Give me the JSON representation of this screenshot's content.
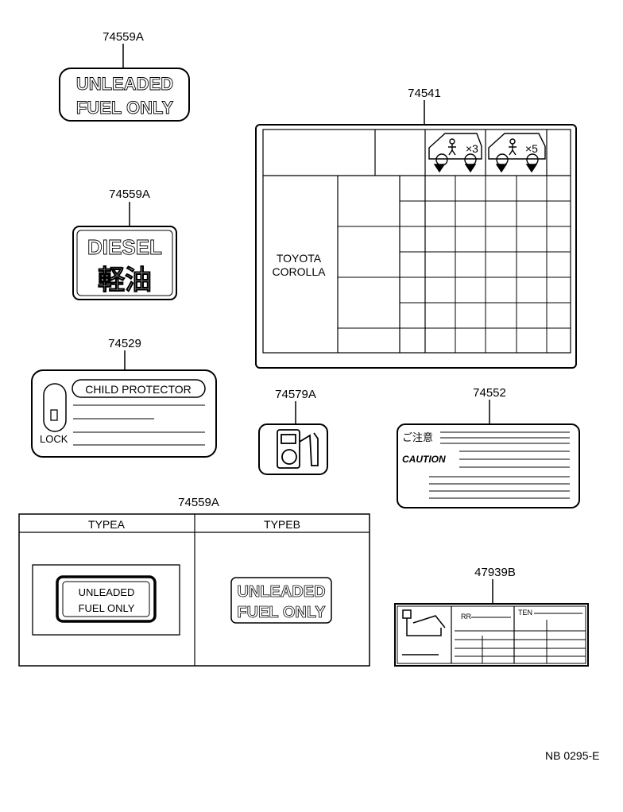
{
  "parts": {
    "unleaded_top": {
      "number": "74559A",
      "line1": "UNLEADED",
      "line2": "FUEL ONLY"
    },
    "diesel": {
      "number": "74559A",
      "line1": "DIESEL",
      "line2": "軽油"
    },
    "child_protector": {
      "number": "74529",
      "title": "CHILD PROTECTOR",
      "lock_label": "LOCK"
    },
    "fuel_icon": {
      "number": "74579A"
    },
    "load_table": {
      "number": "74541",
      "vehicle_line1": "TOYOTA",
      "vehicle_line2": "COROLLA",
      "occupants_a": "×3",
      "occupants_b": "×5"
    },
    "caution": {
      "number": "74552",
      "jp_heading": "ご注意",
      "en_heading": "CAUTION"
    },
    "type_panel": {
      "number": "74559A",
      "type_a": "TYPEA",
      "type_b": "TYPEB",
      "a_line1": "UNLEADED",
      "a_line2": "FUEL ONLY",
      "b_line1": "UNLEADED",
      "b_line2": "FUEL ONLY"
    },
    "spec_label": {
      "number": "47939B",
      "rr": "RR",
      "ten": "TEN"
    }
  },
  "footer": {
    "code": "NB 0295-E"
  }
}
